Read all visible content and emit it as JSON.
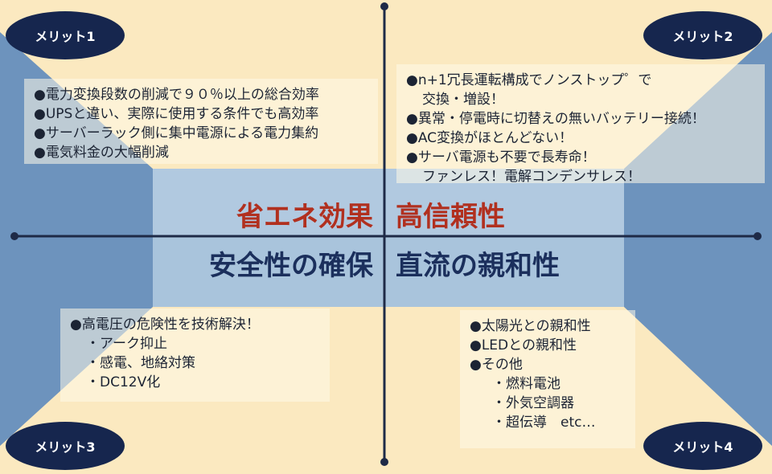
{
  "colors": {
    "background": "#fbe9c0",
    "panel_blue": "#6d93bd",
    "center_blue": "#a9c4dc",
    "badge_navy": "#16264e",
    "axis": "#1e2a47",
    "heading_red": "#b1301f",
    "heading_navy": "#1b2f5c"
  },
  "badges": {
    "merit1": "メリット1",
    "merit2": "メリット2",
    "merit3": "メリット3",
    "merit4": "メリット4"
  },
  "headings": {
    "top_left": "省エネ効果",
    "top_right": "高信頼性",
    "bottom_left": "安全性の確保",
    "bottom_right": "直流の親和性"
  },
  "quadrants": {
    "top_left": {
      "lines": [
        "●電力変換段数の削減で９０％以上の総合効率",
        "●UPSと違い、実際に使用する条件でも高効率",
        "●サーバーラック側に集中電源による電力集約",
        "●電気料金の大幅削減"
      ]
    },
    "top_right": {
      "lines": [
        "●n+1冗長運転構成でノンストップ゜で",
        "交換・増設！",
        "●異常・停電時に切替えの無いバッテリー接続！",
        "●AC変換がほとんどない！",
        "●サーバ電源も不要で長寿命！",
        "ファンレス！電解コンデンサレス！"
      ]
    },
    "bottom_left": {
      "lines": [
        "●高電圧の危険性を技術解決！",
        "・アーク抑止",
        "・感電、地絡対策",
        "・DC12V化"
      ]
    },
    "bottom_right": {
      "lines": [
        "●太陽光との親和性",
        "●LEDとの親和性",
        "●その他",
        "・燃料電池",
        "・外気空調器",
        "・超伝導　etc…"
      ]
    }
  }
}
